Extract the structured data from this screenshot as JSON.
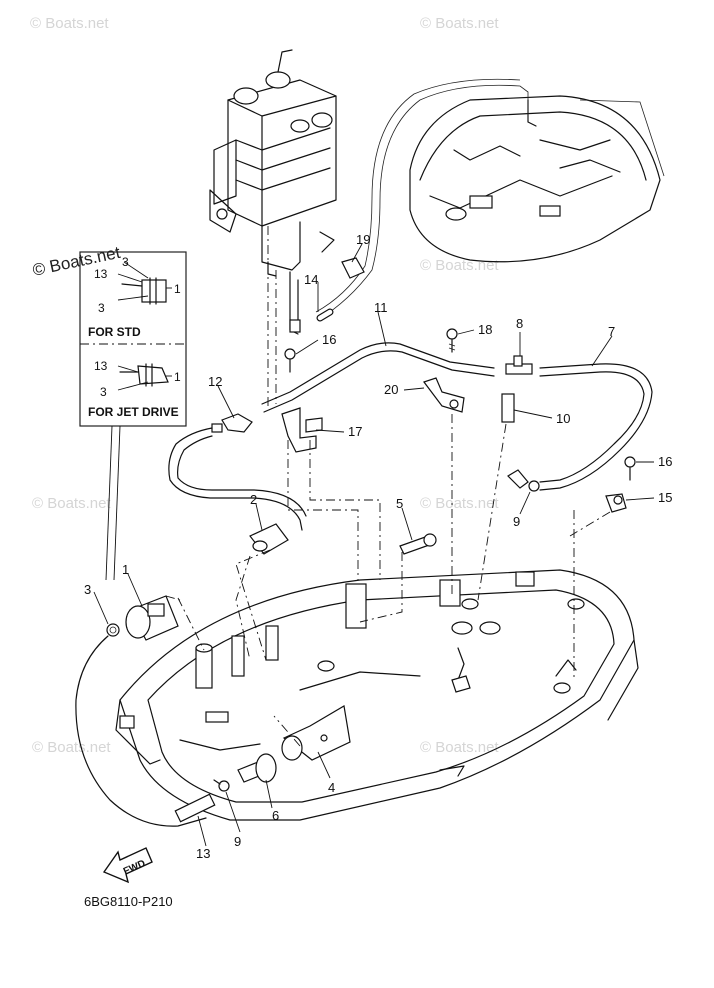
{
  "watermarks": {
    "faint": "© Boats.net",
    "strong": "© Boats.net"
  },
  "diagram_code": "6BG8110-P210",
  "fwd_label": "FWD",
  "inset": {
    "std_caption": "FOR STD",
    "jet_caption": "FOR JET DRIVE",
    "std_labels": [
      "13",
      "3",
      "3",
      "1"
    ],
    "jet_labels": [
      "13",
      "3",
      "1"
    ]
  },
  "callouts": {
    "c19": "19",
    "c14": "14",
    "c11": "11",
    "c18": "18",
    "c8": "8",
    "c7": "7",
    "c16a": "16",
    "c12": "12",
    "c20": "20",
    "c10": "10",
    "c17": "17",
    "c16b": "16",
    "c15": "15",
    "c9a": "9",
    "c2": "2",
    "c5": "5",
    "c3": "3",
    "c1": "1",
    "c4": "4",
    "c6": "6",
    "c9b": "9",
    "c13": "13"
  },
  "colors": {
    "line": "#111111",
    "watermark": "#d5d5d5",
    "background": "#ffffff"
  }
}
